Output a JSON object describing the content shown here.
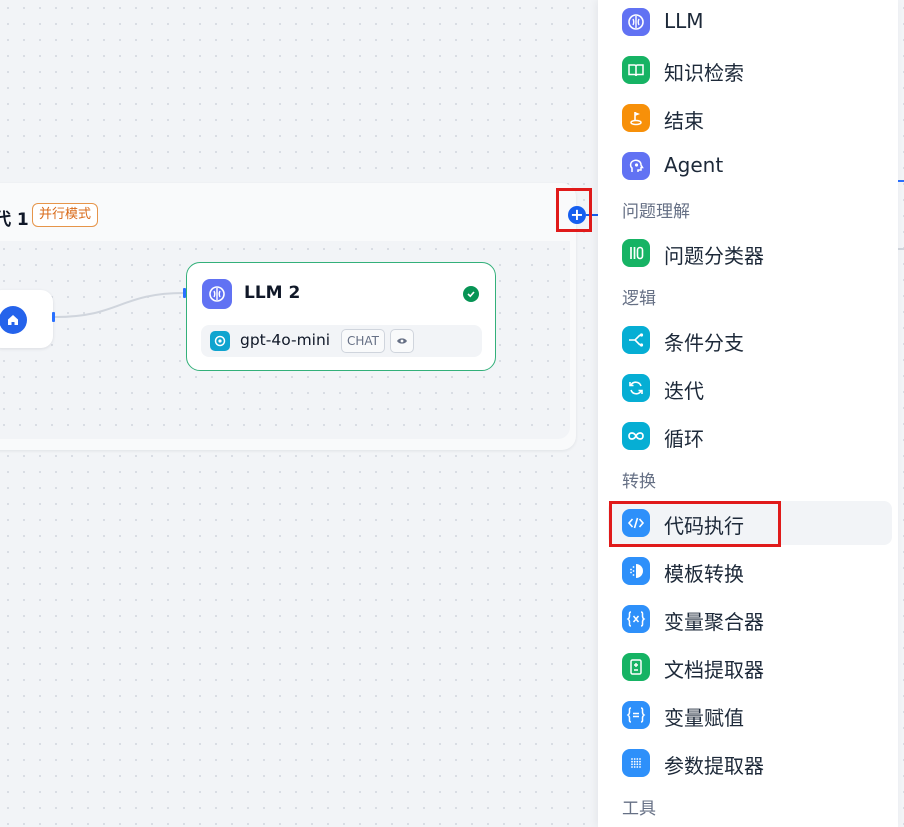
{
  "canvas": {
    "iteration": {
      "title": "代 1",
      "mode_badge": "并行模式"
    },
    "llm_node": {
      "title": "LLM 2",
      "model": "gpt-4o-mini",
      "model_tag": "CHAT"
    },
    "add_button_label": "+"
  },
  "panel": {
    "groups": [
      {
        "section": "",
        "items": [
          {
            "label": "LLM",
            "icon": "brain-icon",
            "color": "#6172f3"
          },
          {
            "label": "知识检索",
            "icon": "book-icon",
            "color": "#16b364"
          },
          {
            "label": "结束",
            "icon": "end-icon",
            "color": "#f79009"
          },
          {
            "label": "Agent",
            "icon": "agent-icon",
            "color": "#6172f3"
          }
        ]
      },
      {
        "section": "问题理解",
        "items": [
          {
            "label": "问题分类器",
            "icon": "classifier-icon",
            "color": "#16b364"
          }
        ]
      },
      {
        "section": "逻辑",
        "items": [
          {
            "label": "条件分支",
            "icon": "branch-icon",
            "color": "#06aed4"
          },
          {
            "label": "迭代",
            "icon": "iteration-icon",
            "color": "#06aed4"
          },
          {
            "label": "循环",
            "icon": "loop-icon",
            "color": "#06aed4"
          }
        ]
      },
      {
        "section": "转换",
        "items": [
          {
            "label": "代码执行",
            "icon": "code-icon",
            "color": "#2e90fa"
          },
          {
            "label": "模板转换",
            "icon": "template-icon",
            "color": "#2e90fa"
          },
          {
            "label": "变量聚合器",
            "icon": "variable-aggregator-icon",
            "color": "#2e90fa"
          },
          {
            "label": "文档提取器",
            "icon": "doc-extractor-icon",
            "color": "#16b364"
          },
          {
            "label": "变量赋值",
            "icon": "variable-assign-icon",
            "color": "#2e90fa"
          },
          {
            "label": "参数提取器",
            "icon": "param-extractor-icon",
            "color": "#2e90fa"
          }
        ]
      },
      {
        "section": "工具",
        "items": []
      }
    ]
  }
}
